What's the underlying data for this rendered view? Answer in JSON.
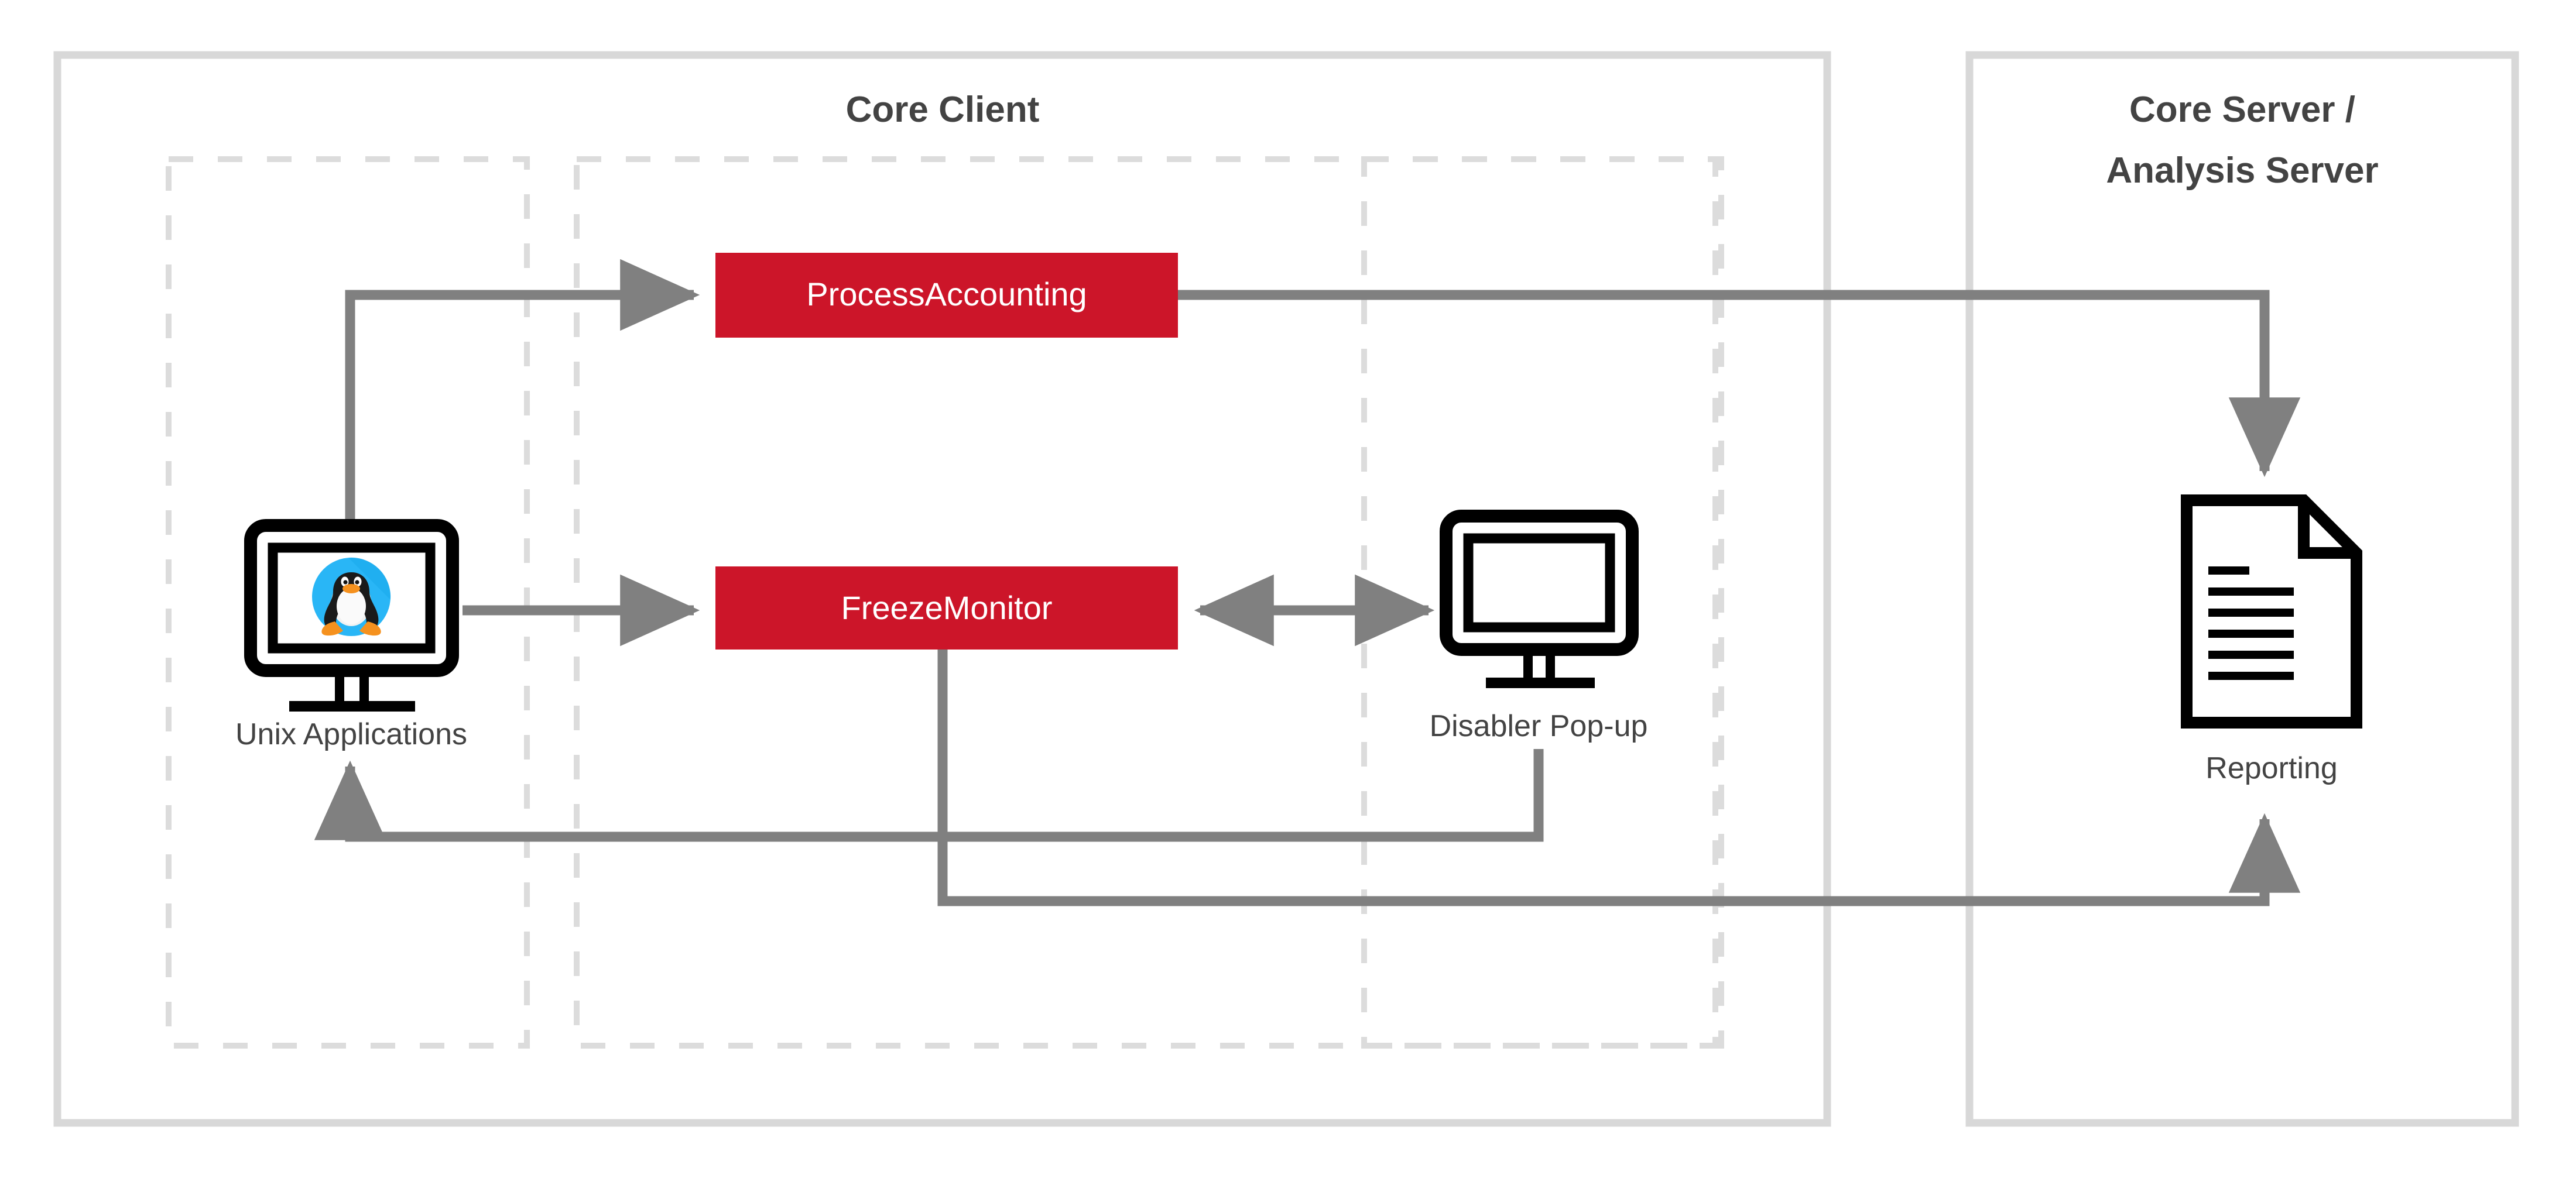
{
  "diagram": {
    "type": "architecture-block-diagram",
    "background": "#ffffff",
    "colors": {
      "panel_border": "#d8d8d8",
      "lane_border": "#dcdcdc",
      "connector": "#808080",
      "node_fill": "#cc1529",
      "node_text": "#ffffff",
      "label_text": "#434343",
      "icon_stroke": "#000000",
      "penguin_circle": "#29b6f6",
      "penguin_beak": "#f5911e"
    },
    "panels": [
      {
        "id": "core-client",
        "title": "Core Client",
        "title_lines": [
          "Core Client"
        ]
      },
      {
        "id": "core-server",
        "title": "Core Server / Analysis Server",
        "title_lines": [
          "Core Server /",
          "Analysis Server"
        ]
      }
    ],
    "lanes": [
      {
        "id": "lane-applications",
        "label": ""
      },
      {
        "id": "lane-modules",
        "label": ""
      },
      {
        "id": "lane-popup",
        "label": ""
      }
    ],
    "nodes": [
      {
        "id": "process-accounting",
        "label": "ProcessAccounting",
        "kind": "module-box",
        "panel": "core-client"
      },
      {
        "id": "freeze-monitor",
        "label": "FreezeMonitor",
        "kind": "module-box",
        "panel": "core-client"
      },
      {
        "id": "unix-applications",
        "label": "Unix Applications",
        "kind": "monitor-penguin-icon",
        "panel": "core-client"
      },
      {
        "id": "disabler-popup",
        "label": "Disabler Pop-up",
        "kind": "monitor-icon",
        "panel": "core-client"
      },
      {
        "id": "reporting",
        "label": "Reporting",
        "kind": "document-icon",
        "panel": "core-server"
      }
    ],
    "connectors": [
      {
        "id": "apps-to-process-accounting",
        "from": "unix-applications",
        "to": "process-accounting",
        "arrow": "end"
      },
      {
        "id": "apps-to-freeze-monitor",
        "from": "unix-applications",
        "to": "freeze-monitor",
        "arrow": "end"
      },
      {
        "id": "freeze-monitor-popup",
        "from": "freeze-monitor",
        "to": "disabler-popup",
        "arrow": "both"
      },
      {
        "id": "process-accounting-to-reporting",
        "from": "process-accounting",
        "to": "reporting",
        "arrow": "end"
      },
      {
        "id": "popup-to-apps",
        "from": "disabler-popup",
        "to": "unix-applications",
        "arrow": "end"
      },
      {
        "id": "freeze-monitor-to-reporting",
        "from": "freeze-monitor",
        "to": "reporting",
        "arrow": "end"
      }
    ]
  }
}
